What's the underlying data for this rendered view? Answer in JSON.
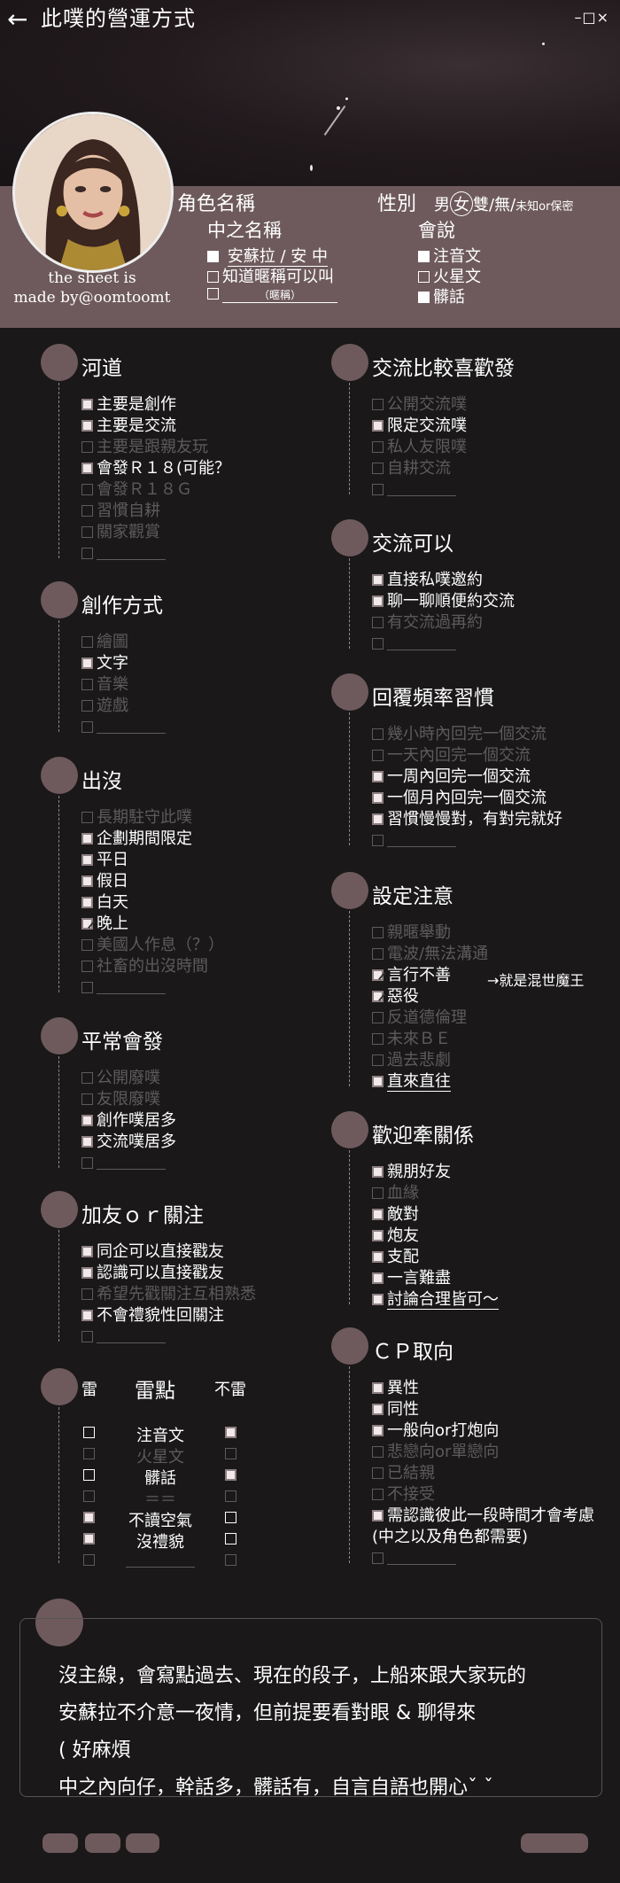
{
  "header": {
    "back_icon": "arrow-left-icon",
    "title": "此噗的營運方式",
    "window_controls": "–□×"
  },
  "profile": {
    "credit_line1": "the sheet is",
    "credit_line2": "made by@oomtoomt",
    "role_name_label": "角色名稱",
    "gender_label": "性別",
    "gender_options": {
      "male": "男",
      "female": "女",
      "rest": "雙/無/",
      "unknown": "未知or保密"
    },
    "inner_name_label": "中之名稱",
    "inner_items": [
      {
        "checked": true,
        "text": "安蘇拉 / 安 中"
      },
      {
        "checked": false,
        "text": "知道暱稱可以叫"
      },
      {
        "checked": false,
        "text": "（暱稱）"
      }
    ],
    "speak_label": "會說",
    "speak_items": [
      {
        "checked": true,
        "text": "注音文"
      },
      {
        "checked": false,
        "text": "火星文"
      },
      {
        "checked": true,
        "text": "髒話"
      }
    ]
  },
  "left_sections": [
    {
      "title": "河道",
      "items": [
        {
          "state": "on",
          "text": "主要是創作"
        },
        {
          "state": "on",
          "text": "主要是交流"
        },
        {
          "state": "off",
          "text": "主要是跟親友玩"
        },
        {
          "state": "on",
          "text": "會發Ｒ１８(可能？"
        },
        {
          "state": "off",
          "text": "會發Ｒ１８Ｇ"
        },
        {
          "state": "off",
          "text": "習慣自耕"
        },
        {
          "state": "off",
          "text": "關家觀賞"
        },
        {
          "state": "off",
          "text": ""
        }
      ]
    },
    {
      "title": "創作方式",
      "items": [
        {
          "state": "off",
          "text": "繪圖"
        },
        {
          "state": "on",
          "text": "文字"
        },
        {
          "state": "off",
          "text": "音樂"
        },
        {
          "state": "off",
          "text": "遊戲"
        },
        {
          "state": "off",
          "text": ""
        }
      ]
    },
    {
      "title": "出沒",
      "items": [
        {
          "state": "off",
          "text": "長期駐守此噗"
        },
        {
          "state": "on",
          "text": "企劃期間限定"
        },
        {
          "state": "on",
          "text": "平日"
        },
        {
          "state": "on",
          "text": "假日"
        },
        {
          "state": "on",
          "text": "白天"
        },
        {
          "state": "chk",
          "text": "晚上"
        },
        {
          "state": "off",
          "text": "美國人作息（？）"
        },
        {
          "state": "off",
          "text": "社畜的出沒時間"
        },
        {
          "state": "off",
          "text": ""
        }
      ]
    },
    {
      "title": "平常會發",
      "items": [
        {
          "state": "off",
          "text": "公開廢噗"
        },
        {
          "state": "off",
          "text": "友限廢噗"
        },
        {
          "state": "on",
          "text": "創作噗居多"
        },
        {
          "state": "on",
          "text": "交流噗居多"
        },
        {
          "state": "off",
          "text": ""
        }
      ]
    },
    {
      "title": "加友ｏｒ關注",
      "items": [
        {
          "state": "on",
          "text": "同企可以直接戳友"
        },
        {
          "state": "on",
          "text": "認識可以直接戳友"
        },
        {
          "state": "off",
          "text": "希望先戳關注互相熟悉"
        },
        {
          "state": "on",
          "text": "不會禮貌性回關注"
        },
        {
          "state": "off",
          "text": ""
        }
      ]
    }
  ],
  "thunder": {
    "lei_label": "雷",
    "title": "雷點",
    "bulei_label": "不雷",
    "rows": [
      {
        "left": "o",
        "text": "注音文",
        "right": "on",
        "dim": false
      },
      {
        "left": "off",
        "text": "火星文",
        "right": "off",
        "dim": true
      },
      {
        "left": "o",
        "text": "髒話",
        "right": "on",
        "dim": false
      },
      {
        "left": "off",
        "text": "＝＝",
        "right": "off",
        "dim": true
      },
      {
        "left": "on",
        "text": "不讀空氣",
        "right": "o",
        "dim": false
      },
      {
        "left": "on",
        "text": "沒禮貌",
        "right": "o",
        "dim": false
      },
      {
        "left": "off",
        "text": "",
        "right": "off",
        "dim": true
      }
    ]
  },
  "right_sections": [
    {
      "title": "交流比較喜歡發",
      "items": [
        {
          "state": "off",
          "text": "公開交流噗"
        },
        {
          "state": "on",
          "text": "限定交流噗"
        },
        {
          "state": "off",
          "text": "私人友限噗"
        },
        {
          "state": "off",
          "text": "自耕交流"
        },
        {
          "state": "off",
          "text": ""
        }
      ]
    },
    {
      "title": "交流可以",
      "items": [
        {
          "state": "on",
          "text": "直接私噗邀約"
        },
        {
          "state": "on",
          "text": "聊一聊順便約交流"
        },
        {
          "state": "off",
          "text": "有交流過再約"
        },
        {
          "state": "off",
          "text": ""
        }
      ]
    },
    {
      "title": "回覆頻率習慣",
      "items": [
        {
          "state": "off",
          "text": "幾小時內回完一個交流"
        },
        {
          "state": "off",
          "text": "一天內回完一個交流"
        },
        {
          "state": "on",
          "text": "一周內回完一個交流"
        },
        {
          "state": "on",
          "text": "一個月內回完一個交流"
        },
        {
          "state": "on",
          "text": "習慣慢慢對，有對完就好"
        },
        {
          "state": "off",
          "text": ""
        }
      ]
    },
    {
      "title": "設定注意",
      "items": [
        {
          "state": "off",
          "text": "親暱舉動"
        },
        {
          "state": "off",
          "text": "電波/無法溝通"
        },
        {
          "state": "chk",
          "text": "言行不善"
        },
        {
          "state": "chk",
          "text": "惡役"
        },
        {
          "state": "off",
          "text": "反道德倫理"
        },
        {
          "state": "off",
          "text": "未來ＢＥ"
        },
        {
          "state": "off",
          "text": "過去悲劇"
        },
        {
          "state": "on",
          "text": "直來直往",
          "underline": true
        }
      ],
      "annotation": "→就是混世魔王"
    },
    {
      "title": "歡迎牽關係",
      "items": [
        {
          "state": "on",
          "text": "親朋好友"
        },
        {
          "state": "off",
          "text": "血緣"
        },
        {
          "state": "on",
          "text": "敵對"
        },
        {
          "state": "on",
          "text": "炮友"
        },
        {
          "state": "on",
          "text": "支配"
        },
        {
          "state": "on",
          "text": "一言難盡"
        },
        {
          "state": "on",
          "text": "討論合理皆可～",
          "underline": true
        }
      ]
    },
    {
      "title": "ＣＰ取向",
      "items": [
        {
          "state": "on",
          "text": "異性"
        },
        {
          "state": "on",
          "text": "同性"
        },
        {
          "state": "on",
          "text": "一般向or打炮向"
        },
        {
          "state": "off",
          "text": "悲戀向or單戀向"
        },
        {
          "state": "off",
          "text": "已結親"
        },
        {
          "state": "off",
          "text": "不接受"
        },
        {
          "state": "on",
          "text": "需認識彼此一段時間才會考慮"
        },
        {
          "state": "none",
          "text": "(中之以及角色都需要)"
        },
        {
          "state": "off",
          "text": ""
        }
      ]
    }
  ],
  "notes": [
    "沒主線，會寫點過去、現在的段子，上船來跟大家玩的",
    "安蘇拉不介意一夜情，但前提要看對眼 & 聊得來",
    "( 好麻煩",
    "中之內向仔，幹話多，髒話有，自言自語也開心ˇ  ˇ"
  ]
}
